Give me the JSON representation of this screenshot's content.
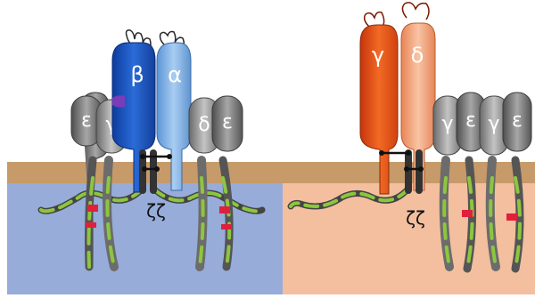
{
  "left_complex": {
    "chains": {
      "beta": "β",
      "alpha": "α",
      "epsilon_outer": "ε",
      "gamma": "γ",
      "delta": "δ",
      "epsilon_right": "ε"
    },
    "zeta_label": "ζζ",
    "colors": {
      "cytoplasm": "#97acd9",
      "beta_chain": "#1f56c2",
      "alpha_chain": "#7fb0e8",
      "cd3_chain": "#7b7b7b"
    }
  },
  "right_complex": {
    "chains": {
      "gamma": "γ",
      "delta": "δ",
      "cd3_gamma_1": "γ",
      "cd3_epsilon_1": "ε",
      "cd3_gamma_2": "γ",
      "cd3_epsilon_2": "ε"
    },
    "zeta_label": "ζζ",
    "colors": {
      "cytoplasm": "#f3bf9f",
      "gamma_chain": "#e2531b",
      "delta_chain": "#f2a57d",
      "cd3_chain": "#7b7b7b"
    }
  },
  "colors": {
    "membrane": "#c79a6a",
    "itam_green": "#8cc63f",
    "itam_red": "#e0203a",
    "disulfide": "#111111"
  }
}
